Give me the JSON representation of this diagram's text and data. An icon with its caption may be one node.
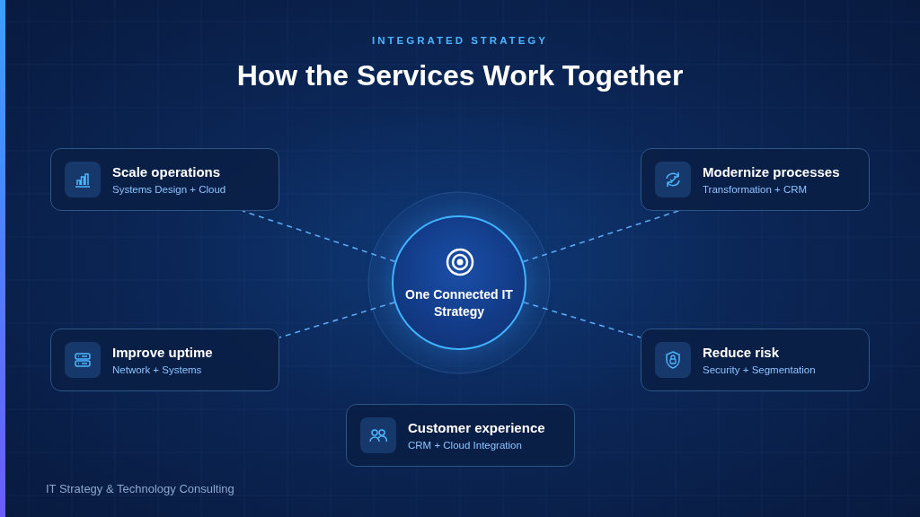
{
  "diagram": {
    "title": "How the Services Work Together",
    "nodes": [
      {
        "text": [
          "Scale operations",
          "Systems Design + Cloud"
        ]
      },
      {
        "text": [
          "Modernize processes",
          "Transformation + CRM"
        ]
      },
      {
        "text": [
          "One Connected IT Strategy"
        ]
      },
      {
        "text": [
          "Improve uptime",
          "Network + Systems"
        ]
      },
      {
        "text": [
          "Reduce risk",
          "Security + Segmentation"
        ]
      },
      {
        "text": [
          "Customer experience",
          "CRM + Cloud Integration"
        ]
      }
    ],
    "edges": [
      {
        "from": 2,
        "to": 0,
        "arrow": "none",
        "style": "dashed"
      },
      {
        "from": 2,
        "to": 1,
        "arrow": "none",
        "style": "dashed"
      },
      {
        "from": 2,
        "to": 3,
        "arrow": "none",
        "style": "dashed"
      },
      {
        "from": 2,
        "to": 4,
        "arrow": "none",
        "style": "dashed"
      }
    ],
    "labels": [
      "INTEGRATED STRATEGY",
      "IT Strategy & Technology Consulting"
    ]
  }
}
